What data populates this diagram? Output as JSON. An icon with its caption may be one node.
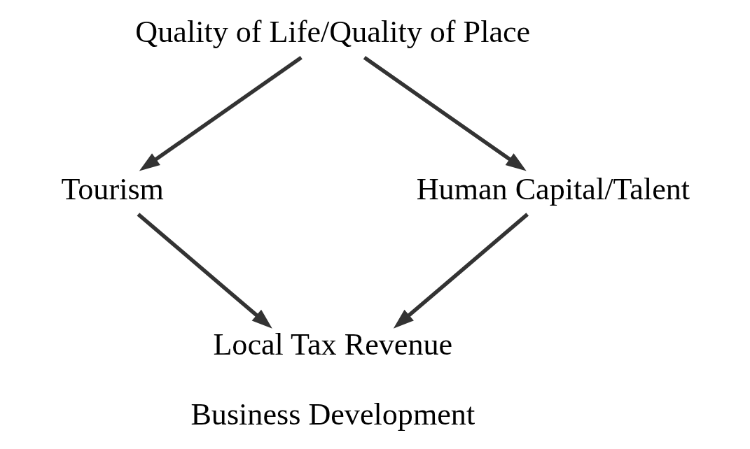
{
  "diagram": {
    "nodes": [
      {
        "text": [
          "Quality of Life/Quality of Place"
        ]
      },
      {
        "text": [
          "Tourism"
        ]
      },
      {
        "text": [
          "Human Capital/Talent"
        ]
      },
      {
        "text": [
          "Local Tax Revenue",
          "Business Development"
        ]
      }
    ],
    "edges": [
      {
        "from": 0,
        "to": 1,
        "arrow": "to"
      },
      {
        "from": 0,
        "to": 2,
        "arrow": "to"
      },
      {
        "from": 1,
        "to": 3,
        "arrow": "to"
      },
      {
        "from": 2,
        "to": 3,
        "arrow": "to"
      }
    ]
  }
}
